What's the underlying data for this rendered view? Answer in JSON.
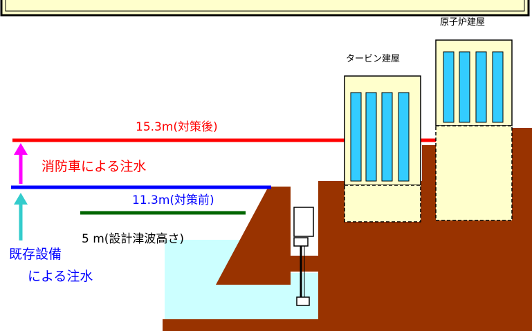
{
  "labels": {
    "level_high": "15.3m(対策後)",
    "level_mid": "11.3m(対策前)",
    "level_design": "5 m(設計津波高さ)",
    "fire_truck": "消防車による注水",
    "existing_1": "既存設備",
    "existing_2": "による注水",
    "turbine": "タービン建屋",
    "reactor": "原子炉建屋"
  },
  "colors": {
    "banner_fill": "#ffffcc",
    "building_fill": "#ffffcc",
    "window_fill": "#33ccff",
    "ground": "#993300",
    "water": "#ccffff",
    "line_high": "#ff0000",
    "line_mid": "#0000ff",
    "line_design": "#006600",
    "arrow_fire": "#ff00ff",
    "arrow_existing": "#33cccc",
    "text_existing": "#0000ff"
  }
}
